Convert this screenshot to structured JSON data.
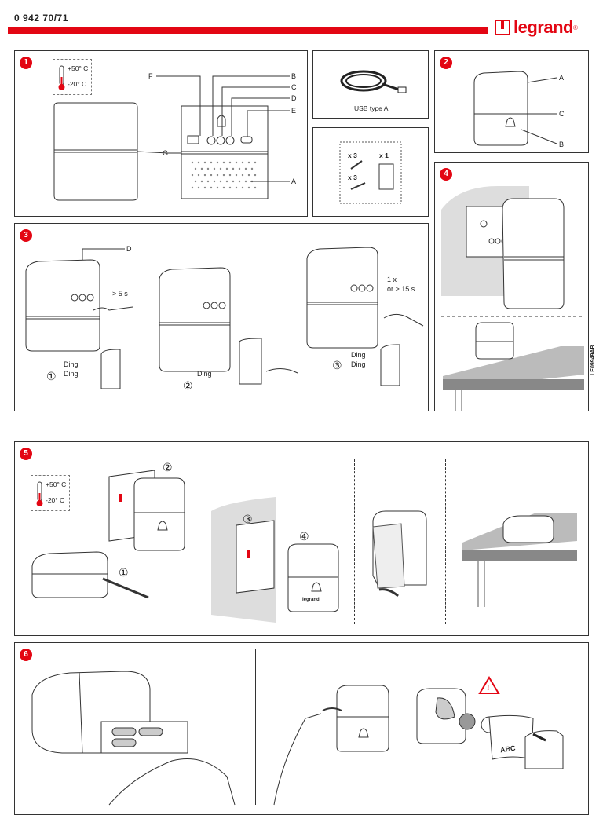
{
  "header": {
    "doc_code": "0 942 70/71",
    "brand": "legrand",
    "brand_reg": "®",
    "accent_color": "#e30613"
  },
  "side_code": "LE09949AB",
  "steps": {
    "s1": {
      "num": "1",
      "temp_high": "+50° C",
      "temp_low": "-20° C",
      "labels": {
        "f": "F",
        "b": "B",
        "c": "C",
        "d": "D",
        "e": "E",
        "g": "G",
        "a": "A"
      }
    },
    "usb": {
      "label": "USB type A"
    },
    "kit": {
      "x3a": "x 3",
      "x1": "x 1",
      "x3b": "x 3"
    },
    "s2": {
      "num": "2",
      "labels": {
        "a": "A",
        "c": "C",
        "b": "B"
      }
    },
    "s3": {
      "num": "3",
      "d": "D",
      "press_short": "> 5 s",
      "press_long_1": "1 x",
      "press_long_2": "or > 15 s",
      "ding": "Ding",
      "c1": "①",
      "c2": "②",
      "c3": "③"
    },
    "s4": {
      "num": "4"
    },
    "s5": {
      "num": "5",
      "temp_high": "+50° C",
      "temp_low": "-20° C",
      "c1": "①",
      "c2": "②",
      "c3": "③",
      "c4": "④",
      "button_brand": "legrand"
    },
    "s6": {
      "num": "6",
      "warn": "!",
      "label_text": "ABC"
    }
  }
}
